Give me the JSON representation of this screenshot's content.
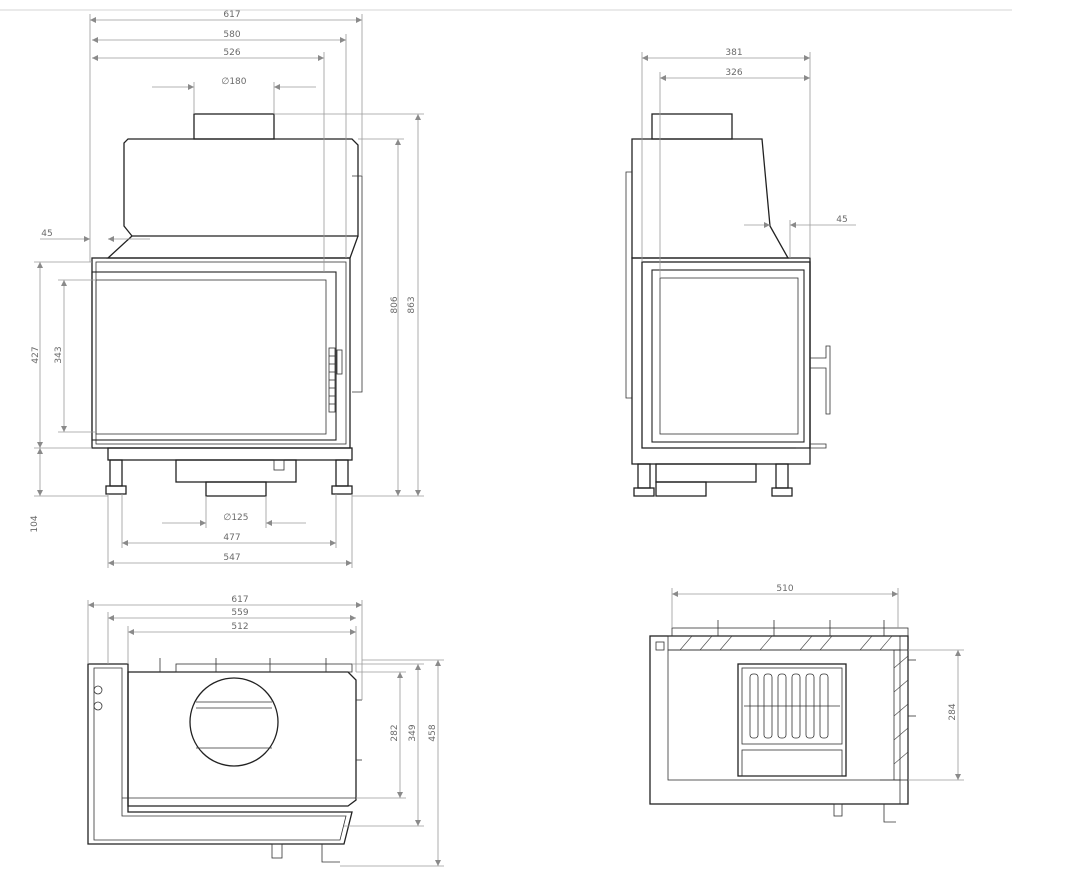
{
  "drawing": {
    "front_view": {
      "width_dims": [
        "617",
        "580",
        "526"
      ],
      "flue_top": "∅180",
      "left_offset": "45",
      "height_dims": [
        "806",
        "863"
      ],
      "door_dims": [
        "427",
        "343"
      ],
      "foot_height": "104",
      "flue_bottom": "∅125",
      "bottom_dims": [
        "477",
        "547"
      ]
    },
    "side_view": {
      "width_dims": [
        "381",
        "326"
      ],
      "right_offset": "45"
    },
    "top_view": {
      "width_dims": [
        "617",
        "559",
        "512"
      ],
      "depth_dims": [
        "282",
        "349",
        "458"
      ]
    },
    "section_view": {
      "width_dim": "510",
      "depth_dim": "284"
    }
  }
}
